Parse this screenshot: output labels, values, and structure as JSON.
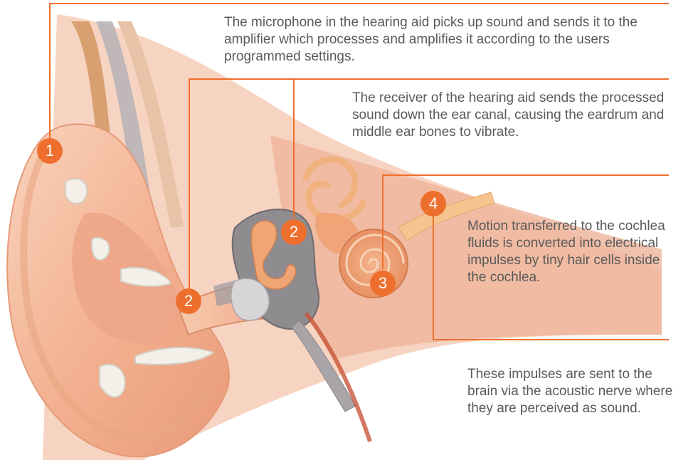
{
  "captions": [
    {
      "id": "microphone",
      "text": "The microphone in the hearing aid picks up sound and sends it to the amplifier which processes and amplifies it according to the users programmed settings."
    },
    {
      "id": "receiver",
      "text": "The receiver of the hearing aid sends the processed sound down the ear canal, causing the eardrum and middle ear bones to vibrate."
    },
    {
      "id": "cochlea",
      "text": "Motion transferred to the cochlea fluids is converted into electrical impulses by tiny hair cells inside the cochlea."
    },
    {
      "id": "nerve",
      "text": "These impulses are sent to the brain via the acoustic nerve where they are perceived as sound."
    }
  ],
  "markers": {
    "one": "1",
    "two_canal": "2",
    "two_bones": "2",
    "three": "3",
    "four": "4"
  },
  "colors": {
    "accent": "#ee6f2d",
    "leader_line": "#ee6f2d",
    "caption_text": "#5a5a5a",
    "skin": "#f4b898",
    "tissue_gray": "#9a9aa0"
  }
}
